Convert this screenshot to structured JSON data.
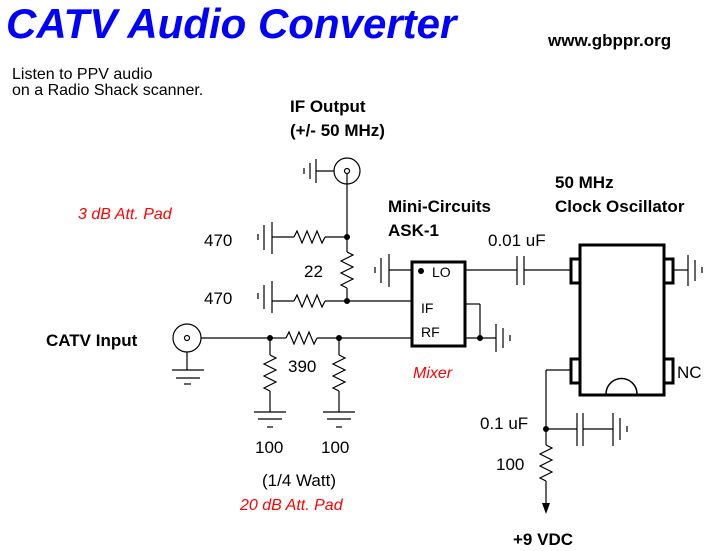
{
  "header": {
    "title": "CATV Audio Converter",
    "url": "www.gbppr.org",
    "note_line1": "Listen to PPV audio",
    "note_line2": "on a Radio Shack scanner."
  },
  "labels": {
    "if_output_1": "IF Output",
    "if_output_2": "(+/- 50 MHz)",
    "catv_input": "CATV Input",
    "mixer_name_1": "Mini-Circuits",
    "mixer_name_2": "ASK-1",
    "mixer_caption": "Mixer",
    "osc_1": "50 MHz",
    "osc_2": "Clock Oscillator",
    "nc": "NC",
    "supply": "+9 VDC",
    "pad3": "3 dB Att. Pad",
    "pad20": "20 dB Att. Pad",
    "wattage": "(1/4 Watt)"
  },
  "mixer_pins": {
    "lo": "LO",
    "if": "IF",
    "rf": "RF"
  },
  "components": {
    "r_470_top": "470",
    "r_470_bottom": "470",
    "r_22": "22",
    "r_390": "390",
    "r_100_left": "100",
    "r_100_right": "100",
    "c_lo": "0.01 uF",
    "c_bypass": "0.1 uF",
    "r_supply": "100"
  },
  "colors": {
    "title": "#0000ff",
    "annotation": "#ff0000",
    "ink": "#000000"
  }
}
